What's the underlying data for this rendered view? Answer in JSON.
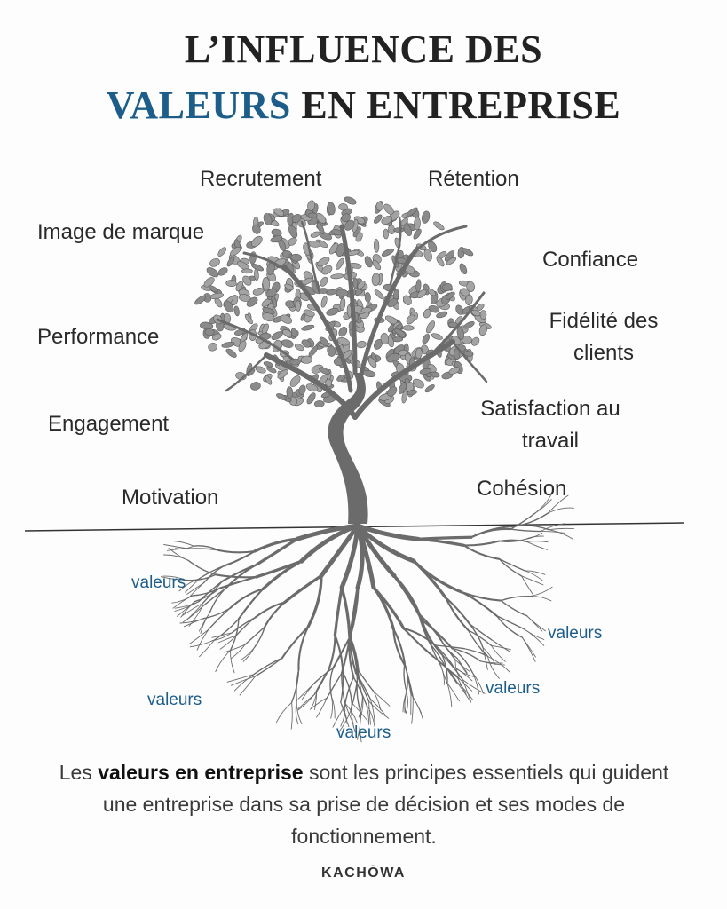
{
  "title": {
    "line1": "L’INFLUENCE DES",
    "line2_accent": "VALEURS",
    "line2_rest": " EN ENTREPRISE"
  },
  "benefits": {
    "recrutement": "Recrutement",
    "retention": "Rétention",
    "image": "Image de marque",
    "confiance": "Confiance",
    "performance": "Performance",
    "fidelite": "Fidélité des clients",
    "engagement": "Engagement",
    "satisfaction": "Satisfaction au travail",
    "motivation": "Motivation",
    "cohesion": "Cohésion"
  },
  "roots": {
    "label": "valeurs",
    "count": 5
  },
  "description": {
    "before": "Les ",
    "highlight": "valeurs en entreprise",
    "after": " sont les principes essentiels qui guident une entreprise dans sa prise de décision et ses modes de fonctionnement."
  },
  "brand": "KACHŌWA",
  "colors": {
    "accent": "#1c5d8a",
    "tree": "#6b6b6b",
    "text": "#222222"
  }
}
